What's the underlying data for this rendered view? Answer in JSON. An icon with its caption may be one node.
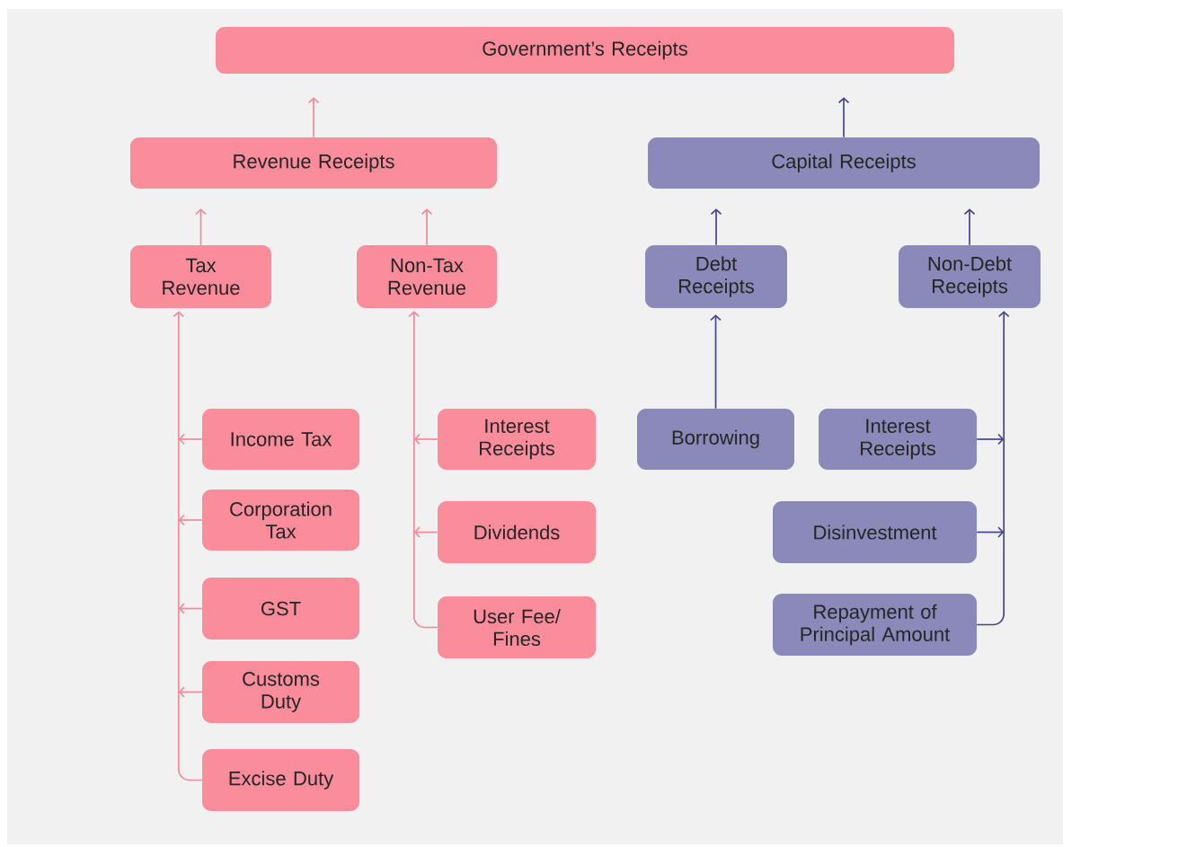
{
  "diagram": {
    "nodes": [
      {
        "text": [
          "Government’s Receipts"
        ]
      },
      {
        "text": [
          "Revenue Receipts"
        ]
      },
      {
        "text": [
          "Capital Receipts"
        ]
      },
      {
        "text": [
          "Tax Revenue"
        ]
      },
      {
        "text": [
          "Non-Tax Revenue"
        ]
      },
      {
        "text": [
          "Debt Receipts"
        ]
      },
      {
        "text": [
          "Non-Debt Receipts"
        ]
      },
      {
        "text": [
          "Income Tax"
        ]
      },
      {
        "text": [
          "Corporation Tax"
        ]
      },
      {
        "text": [
          "GST"
        ]
      },
      {
        "text": [
          "Customs Duty"
        ]
      },
      {
        "text": [
          "Excise Duty"
        ]
      },
      {
        "text": [
          "Interest Receipts"
        ]
      },
      {
        "text": [
          "Dividends"
        ]
      },
      {
        "text": [
          "User Fee/ Fines"
        ]
      },
      {
        "text": [
          "Borrowing"
        ]
      },
      {
        "text": [
          "Interest Receipts"
        ]
      },
      {
        "text": [
          "Disinvestment"
        ]
      },
      {
        "text": [
          "Repayment of Principal Amount"
        ]
      }
    ],
    "edges": [
      {
        "from": 1,
        "to": 0,
        "arrow": "to"
      },
      {
        "from": 2,
        "to": 0,
        "arrow": "to",
        "color": "#47428c"
      },
      {
        "from": 3,
        "to": 1,
        "arrow": "to"
      },
      {
        "from": 4,
        "to": 1,
        "arrow": "to"
      },
      {
        "from": 5,
        "to": 2,
        "arrow": "to",
        "color": "#47428c"
      },
      {
        "from": 6,
        "to": 2,
        "arrow": "to",
        "color": "#47428c"
      },
      {
        "from": 7,
        "to": 3,
        "arrow": "to"
      },
      {
        "from": 8,
        "to": 3,
        "arrow": "to"
      },
      {
        "from": 9,
        "to": 3,
        "arrow": "to"
      },
      {
        "from": 10,
        "to": 3,
        "arrow": "to"
      },
      {
        "from": 11,
        "to": 3,
        "arrow": "to"
      },
      {
        "from": 12,
        "to": 4,
        "arrow": "to"
      },
      {
        "from": 13,
        "to": 4,
        "arrow": "to"
      },
      {
        "from": 14,
        "to": 4,
        "arrow": "to"
      },
      {
        "from": 15,
        "to": 5,
        "arrow": "to",
        "color": "#47428c"
      },
      {
        "from": 16,
        "to": 6,
        "arrow": "to",
        "color": "#47428c"
      },
      {
        "from": 17,
        "to": 6,
        "arrow": "to",
        "color": "#47428c"
      },
      {
        "from": 18,
        "to": 6,
        "arrow": "to",
        "color": "#47428c"
      }
    ]
  }
}
